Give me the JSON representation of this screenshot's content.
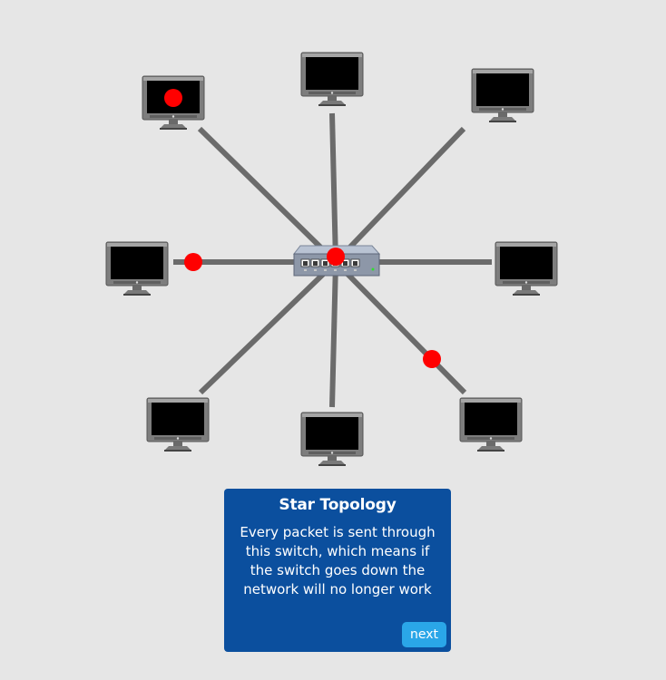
{
  "diagram": {
    "computers": [
      {
        "id": "top-left"
      },
      {
        "id": "top"
      },
      {
        "id": "top-right"
      },
      {
        "id": "left"
      },
      {
        "id": "right"
      },
      {
        "id": "bottom-left"
      },
      {
        "id": "bottom"
      },
      {
        "id": "bottom-right"
      }
    ],
    "hub": {
      "type": "switch",
      "ports": 6
    },
    "packets": [
      {
        "location": "top-left computer screen"
      },
      {
        "location": "left link near computer"
      },
      {
        "location": "at switch"
      },
      {
        "location": "bottom-right link"
      }
    ],
    "colors": {
      "background": "#e6e6e6",
      "link": "#6b6b6b",
      "packet": "#ff0000",
      "card": "#0b4f9e",
      "button": "#2aa6e8"
    }
  },
  "info": {
    "title": "Star Topology",
    "lines": [
      "Every packet is sent through",
      "this switch, which means if",
      "the switch goes down the",
      "network will no longer work"
    ],
    "next_label": "next"
  }
}
